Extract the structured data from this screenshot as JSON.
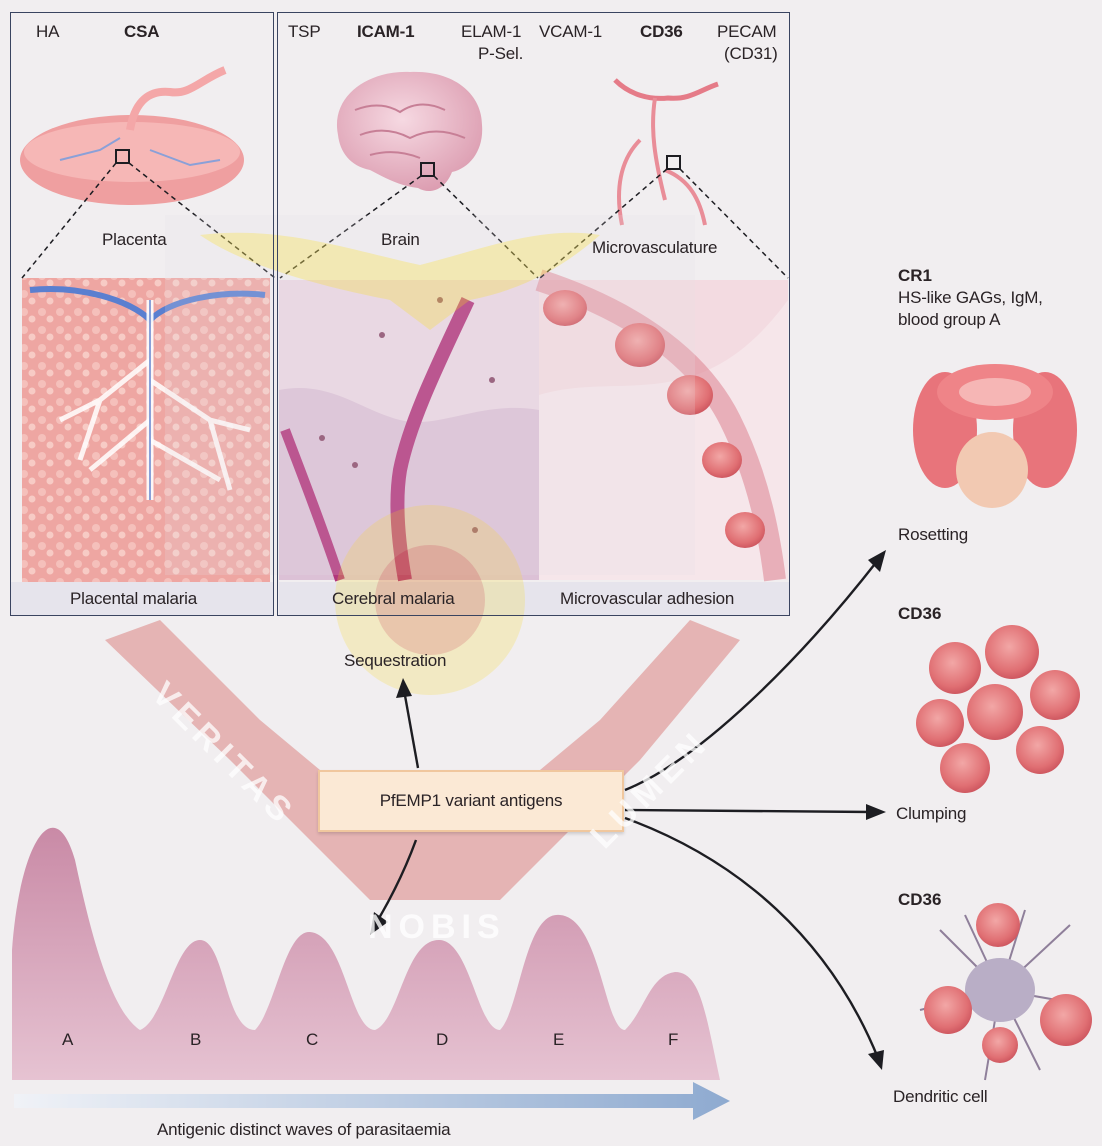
{
  "left_panel": {
    "receptors": [
      "HA",
      "CSA"
    ],
    "organ_label": "Placenta",
    "caption": "Placental malaria"
  },
  "right_panel": {
    "receptors": {
      "tsp": "TSP",
      "icam": "ICAM-1",
      "elam": "ELAM-1",
      "psel": "P-Sel.",
      "vcam": "VCAM-1",
      "cd36": "CD36",
      "pecam": "PECAM",
      "cd31": "(CD31)"
    },
    "brain_label": "Brain",
    "micro_label": "Microvasculature",
    "caption_cerebral": "Cerebral malaria",
    "caption_micro": "Microvascular adhesion"
  },
  "center": {
    "sequestration": "Sequestration",
    "pfemp": "PfEMP1 variant antigens"
  },
  "outcomes": {
    "rosetting": {
      "receptor": "CR1",
      "ligands_line1": "HS-like GAGs, IgM,",
      "ligands_line2": "blood group A",
      "label": "Rosetting"
    },
    "clumping": {
      "receptor": "CD36",
      "label": "Clumping"
    },
    "dendritic": {
      "receptor": "CD36",
      "label": "Dendritic cell"
    }
  },
  "waves": {
    "letters": [
      "A",
      "B",
      "C",
      "D",
      "E",
      "F"
    ],
    "axis_label": "Antigenic distinct waves of parasitaemia"
  },
  "watermark": {
    "word_left": "VERITAS",
    "word_bottom": "NOBIS",
    "word_right": "LUMEN"
  },
  "colors": {
    "wave_fill": "#d6a3b9",
    "arrow_blue": "#93b0d3",
    "panel_left_bg": "#c9d7ea",
    "rbc": "#e57378",
    "watermark_red": "#c8302a",
    "watermark_yellow": "#f3dc3a"
  }
}
